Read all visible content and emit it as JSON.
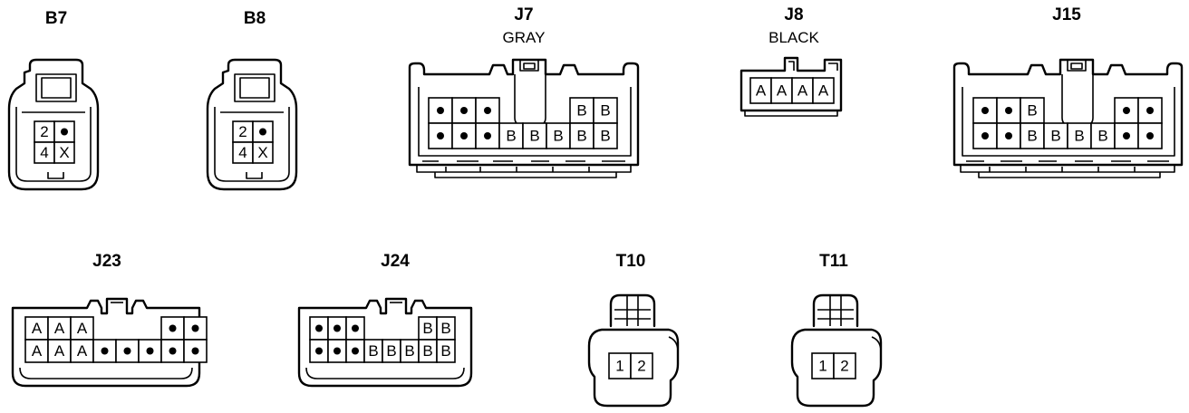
{
  "connectors": [
    {
      "id": "B7",
      "title": "B7",
      "subtitle": "",
      "grid": [
        [
          "2",
          "•"
        ],
        [
          "4",
          "X"
        ]
      ]
    },
    {
      "id": "B8",
      "title": "B8",
      "subtitle": "",
      "grid": [
        [
          "2",
          "•"
        ],
        [
          "4",
          "X"
        ]
      ]
    },
    {
      "id": "J7",
      "title": "J7",
      "subtitle": "GRAY",
      "grid": [
        [
          "•",
          "•",
          "•",
          "",
          "",
          "",
          "B",
          "B"
        ],
        [
          "•",
          "•",
          "•",
          "B",
          "B",
          "B",
          "B",
          "B"
        ]
      ]
    },
    {
      "id": "J8",
      "title": "J8",
      "subtitle": "BLACK",
      "grid": [
        [
          "A",
          "A",
          "A",
          "A"
        ]
      ]
    },
    {
      "id": "J15",
      "title": "J15",
      "subtitle": "",
      "grid": [
        [
          "•",
          "•",
          "B",
          "",
          "",
          "",
          "•",
          "•"
        ],
        [
          "•",
          "•",
          "B",
          "B",
          "B",
          "B",
          "•",
          "•"
        ]
      ]
    },
    {
      "id": "J23",
      "title": "J23",
      "subtitle": "",
      "grid": [
        [
          "A",
          "A",
          "A",
          "",
          "",
          "",
          "•",
          "•"
        ],
        [
          "A",
          "A",
          "A",
          "•",
          "•",
          "•",
          "•",
          "•"
        ]
      ]
    },
    {
      "id": "J24",
      "title": "J24",
      "subtitle": "",
      "grid": [
        [
          "•",
          "•",
          "•",
          "",
          "",
          "",
          "B",
          "B"
        ],
        [
          "•",
          "•",
          "•",
          "B",
          "B",
          "B",
          "B",
          "B"
        ]
      ]
    },
    {
      "id": "T10",
      "title": "T10",
      "subtitle": "",
      "grid": [
        [
          "1",
          "2"
        ]
      ]
    },
    {
      "id": "T11",
      "title": "T11",
      "subtitle": "",
      "grid": [
        [
          "1",
          "2"
        ]
      ]
    }
  ]
}
